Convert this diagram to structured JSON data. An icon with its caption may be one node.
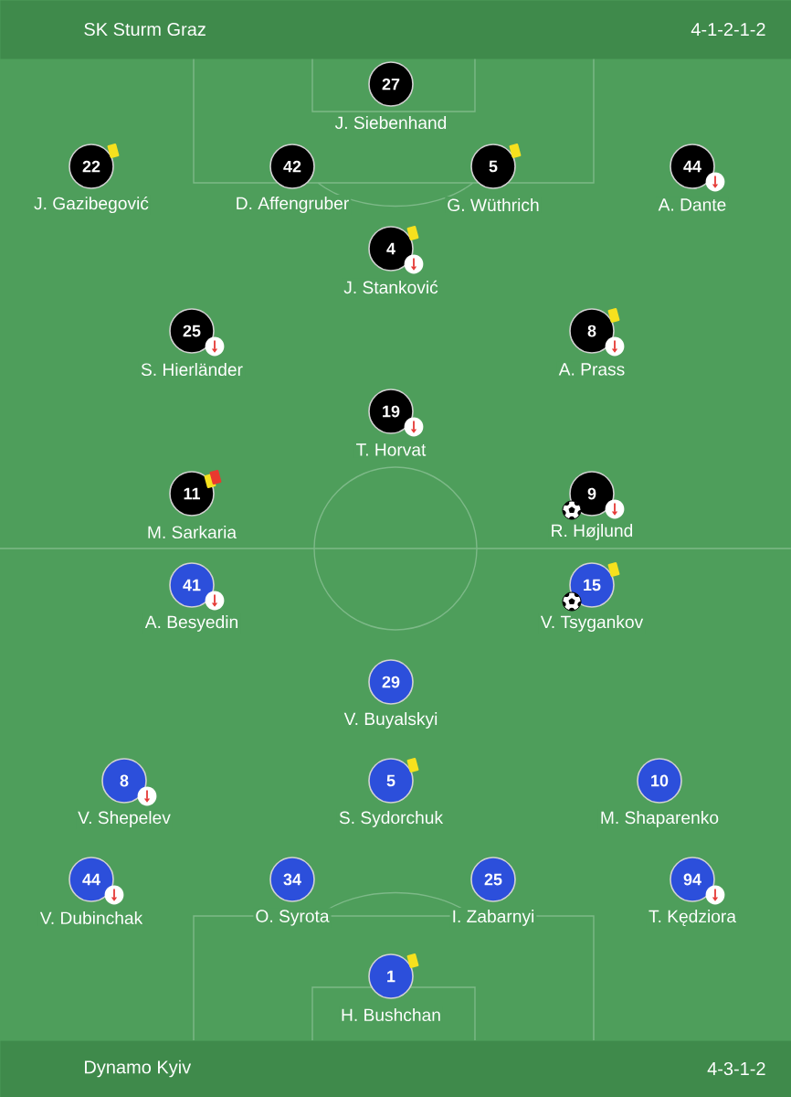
{
  "diagram": {
    "nodes": [
      {
        "text": [
          "SK Sturm Graz",
          "4-1-2-1-2"
        ]
      },
      {
        "text": [
          "27",
          "J. Siebenhand"
        ]
      },
      {
        "text": [
          "22",
          "J. Gazibegović"
        ]
      },
      {
        "text": [
          "42",
          "D. Affengruber"
        ]
      },
      {
        "text": [
          "5",
          "G. Wüthrich"
        ]
      },
      {
        "text": [
          "44",
          "A. Dante"
        ]
      },
      {
        "text": [
          "4",
          "J. Stanković"
        ]
      },
      {
        "text": [
          "25",
          "S. Hierländer"
        ]
      },
      {
        "text": [
          "8",
          "A. Prass"
        ]
      },
      {
        "text": [
          "19",
          "T. Horvat"
        ]
      },
      {
        "text": [
          "11",
          "M. Sarkaria"
        ]
      },
      {
        "text": [
          "9",
          "R. Højlund"
        ]
      },
      {
        "text": [
          "41",
          "A. Besyedin"
        ]
      },
      {
        "text": [
          "15",
          "V. Tsygankov"
        ]
      },
      {
        "text": [
          "29",
          "V. Buyalskyi"
        ]
      },
      {
        "text": [
          "8",
          "V. Shepelev"
        ]
      },
      {
        "text": [
          "5",
          "S. Sydorchuk"
        ]
      },
      {
        "text": [
          "10",
          "M. Shaparenko"
        ]
      },
      {
        "text": [
          "44",
          "V. Dubinchak"
        ]
      },
      {
        "text": [
          "34",
          "O. Syrota"
        ]
      },
      {
        "text": [
          "25",
          "I. Zabarnyi"
        ]
      },
      {
        "text": [
          "94",
          "T. Kędziora"
        ]
      },
      {
        "text": [
          "1",
          "H. Bushchan"
        ]
      },
      {
        "text": [
          "Dynamo Kyiv",
          "4-3-1-2"
        ]
      }
    ]
  }
}
